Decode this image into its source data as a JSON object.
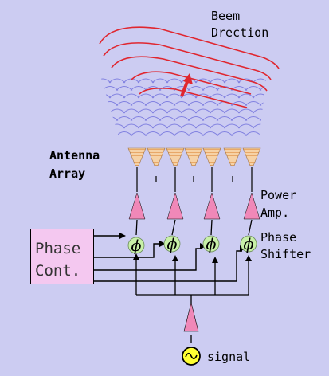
{
  "labels": {
    "beam_line1": "Beem",
    "beam_line2": "Drection",
    "antenna_line1": "Antenna",
    "antenna_line2": "Array",
    "amp_line1": "Power",
    "amp_line2": "Amp.",
    "shifter_line1": "Phase",
    "shifter_line2": "Shifter",
    "controller_line1": "Phase",
    "controller_line2": "Cont.",
    "signal": "signal"
  },
  "colors": {
    "background": "#ccccf2",
    "beam_arc": "#e0262f",
    "wavefront": "#8080e0",
    "antenna_fill": "#f6d2a6",
    "amp_fill": "#f088b8",
    "shifter_fill": "#c8f0a8",
    "controller_fill": "#f4c8f0",
    "source_fill": "#ffff33"
  },
  "icons": {
    "shifter_symbol": "ϕ",
    "source": "sine-wave-icon",
    "beam_arrow": "red-arrow-icon"
  }
}
